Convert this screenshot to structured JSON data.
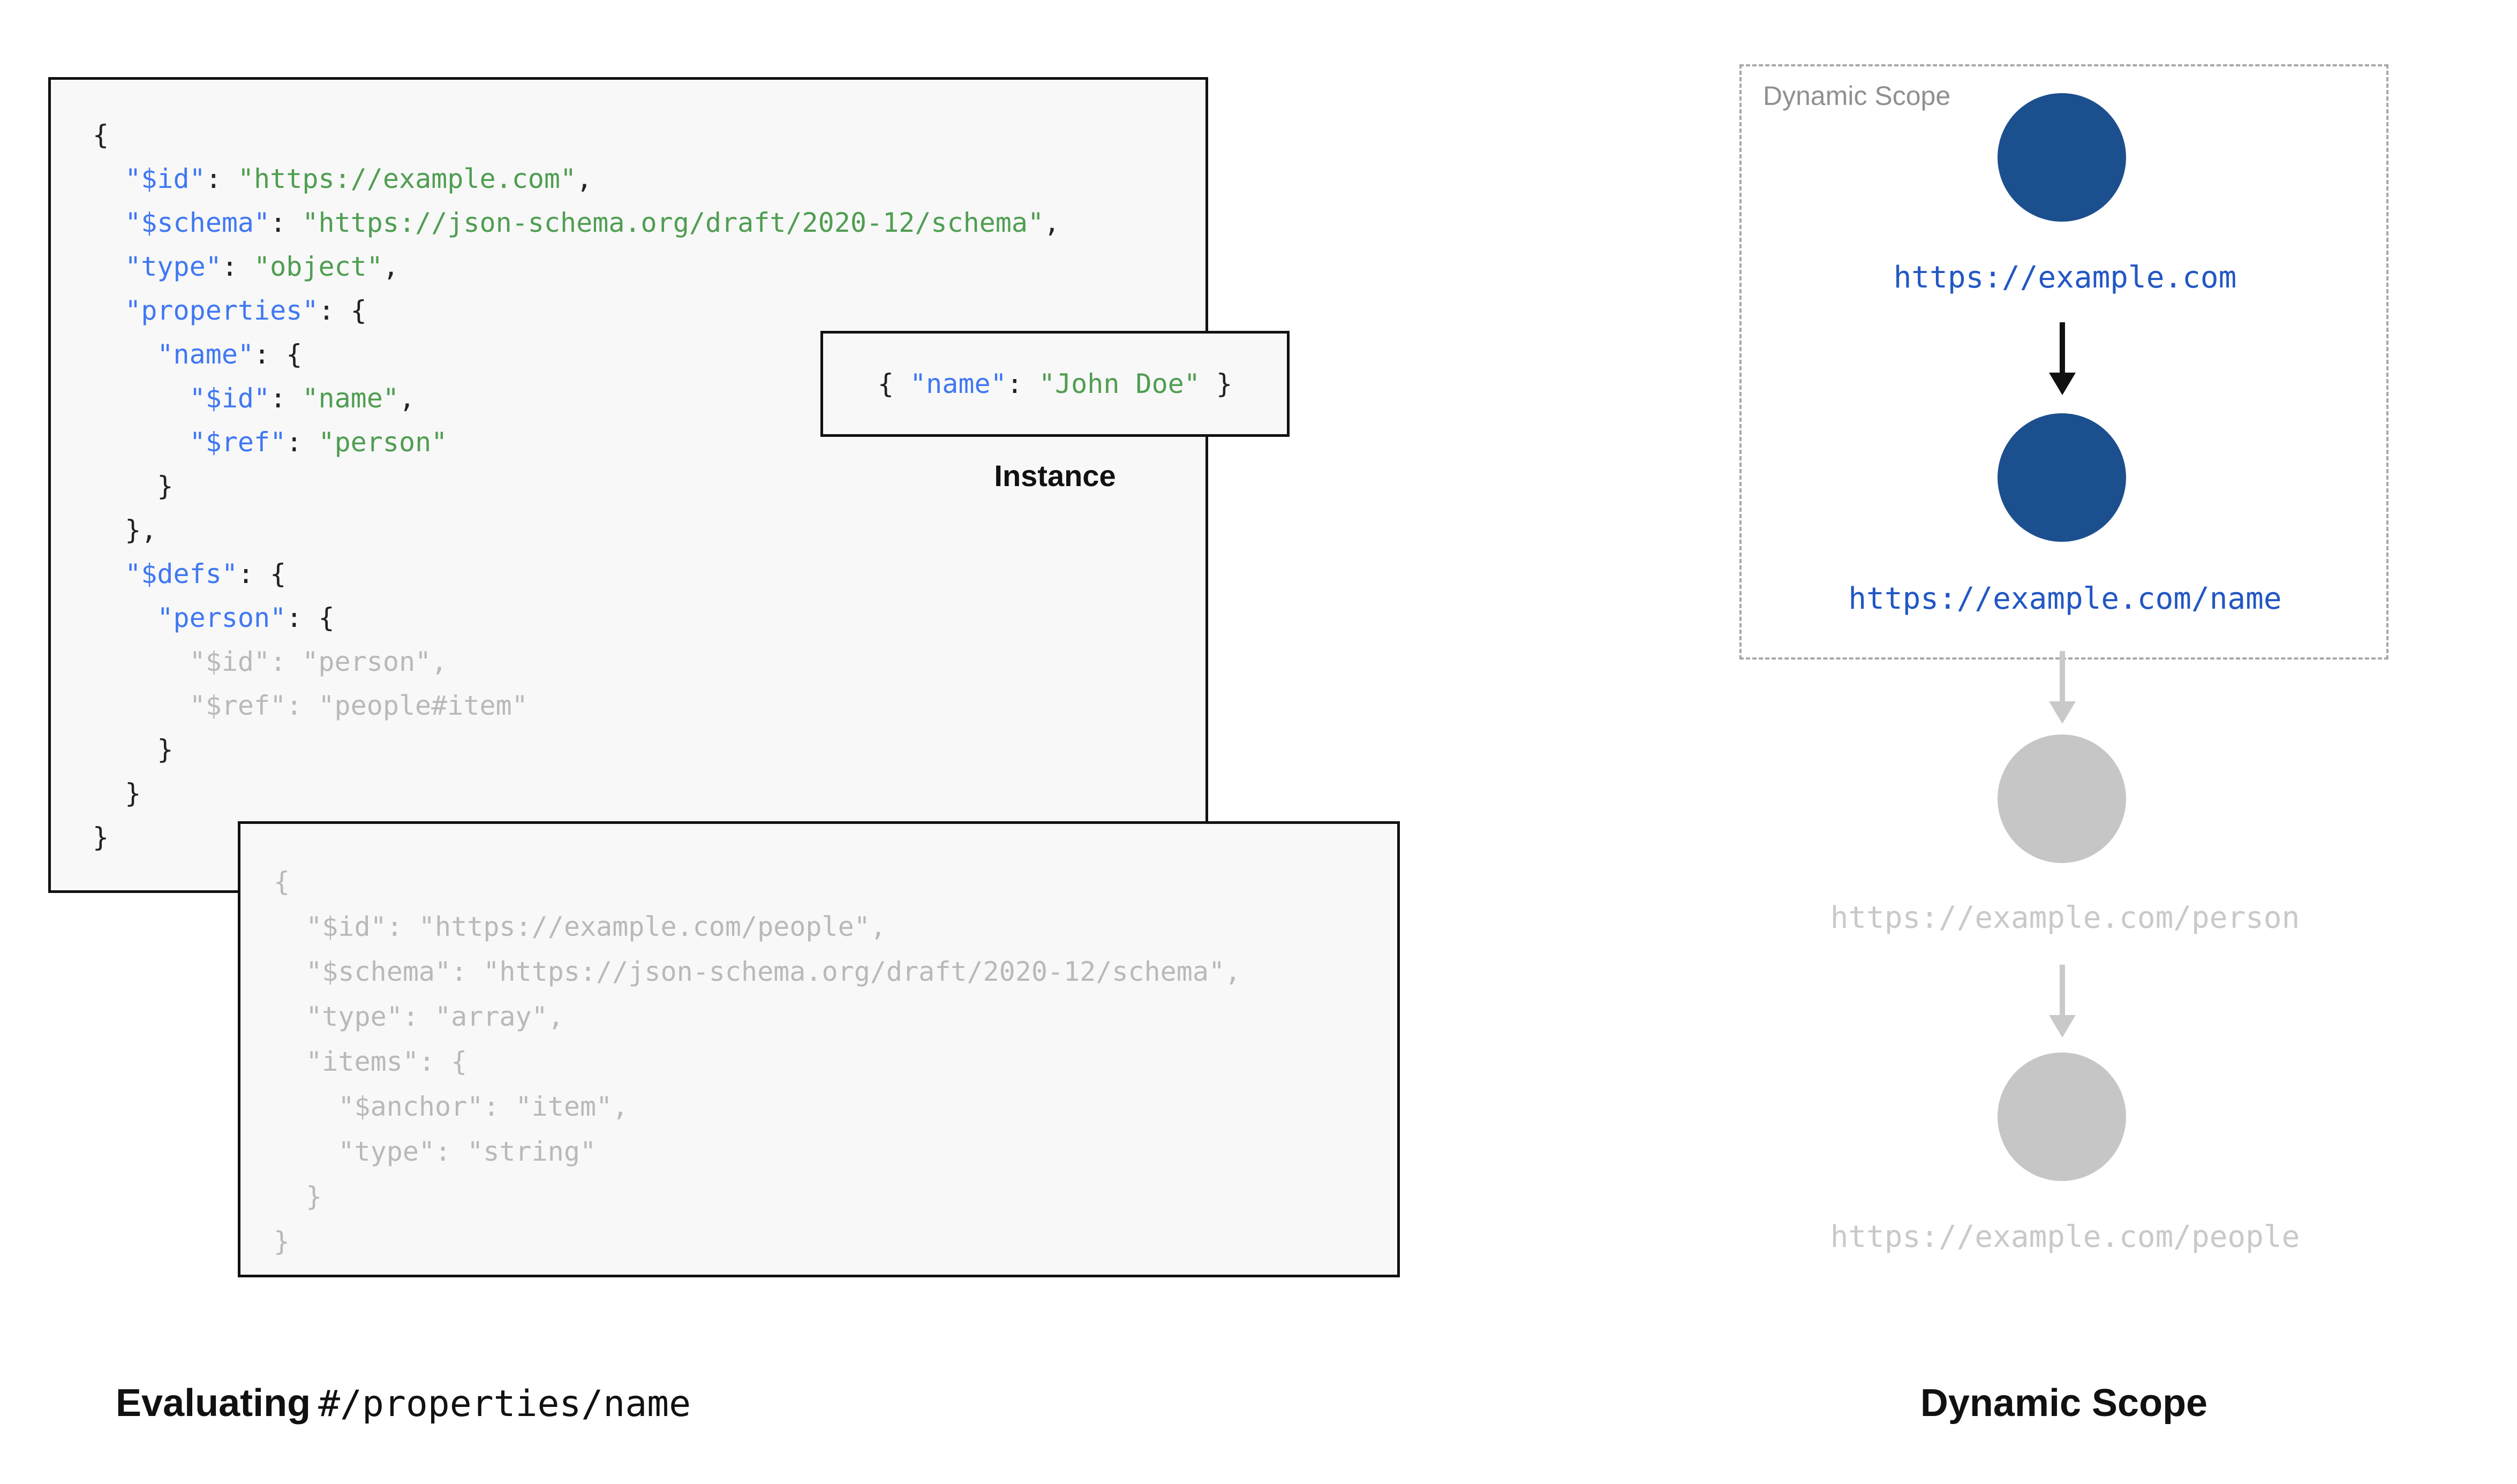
{
  "colors": {
    "key_blue": "#4078f2",
    "string_green": "#4f9e51",
    "punct_black": "#222222",
    "faded_gray": "#b9b9b9",
    "node_blue": "#1c4f8e",
    "url_blue": "#2257c4",
    "inactive_gray": "#c6c6c6",
    "inactive_text": "#c9c9c9",
    "box_bg": "#f8f8f8",
    "dashed_border": "#a8a8a8",
    "panel_label_gray": "#909090"
  },
  "code_blocks": {
    "main_schema": {
      "lines": [
        [
          [
            "p",
            "{"
          ]
        ],
        [
          [
            "p",
            "  "
          ],
          [
            "k",
            "\"$id\""
          ],
          [
            "p",
            ": "
          ],
          [
            "s",
            "\"https://example.com\""
          ],
          [
            "p",
            ","
          ]
        ],
        [
          [
            "p",
            "  "
          ],
          [
            "k",
            "\"$schema\""
          ],
          [
            "p",
            ": "
          ],
          [
            "s",
            "\"https://json-schema.org/draft/2020-12/schema\""
          ],
          [
            "p",
            ","
          ]
        ],
        [
          [
            "p",
            "  "
          ],
          [
            "k",
            "\"type\""
          ],
          [
            "p",
            ": "
          ],
          [
            "s",
            "\"object\""
          ],
          [
            "p",
            ","
          ]
        ],
        [
          [
            "p",
            "  "
          ],
          [
            "k",
            "\"properties\""
          ],
          [
            "p",
            ": {"
          ]
        ],
        [
          [
            "p",
            "    "
          ],
          [
            "k",
            "\"name\""
          ],
          [
            "p",
            ": {"
          ]
        ],
        [
          [
            "p",
            "      "
          ],
          [
            "k",
            "\"$id\""
          ],
          [
            "p",
            ": "
          ],
          [
            "s",
            "\"name\""
          ],
          [
            "p",
            ","
          ]
        ],
        [
          [
            "p",
            "      "
          ],
          [
            "k",
            "\"$ref\""
          ],
          [
            "p",
            ": "
          ],
          [
            "s",
            "\"person\""
          ]
        ],
        [
          [
            "p",
            "    }"
          ]
        ],
        [
          [
            "p",
            "  },"
          ]
        ],
        [
          [
            "p",
            "  "
          ],
          [
            "k",
            "\"$defs\""
          ],
          [
            "p",
            ": {"
          ]
        ],
        [
          [
            "p",
            "    "
          ],
          [
            "k",
            "\"person\""
          ],
          [
            "p",
            ": {"
          ]
        ],
        [
          [
            "g",
            "      \"$id\": \"person\","
          ]
        ],
        [
          [
            "g",
            "      \"$ref\": \"people#item\""
          ]
        ],
        [
          [
            "p",
            "    }"
          ]
        ],
        [
          [
            "p",
            "  }"
          ]
        ],
        [
          [
            "p",
            "}"
          ]
        ]
      ]
    },
    "people_schema": {
      "lines": [
        [
          [
            "g",
            "{"
          ]
        ],
        [
          [
            "g",
            "  \"$id\": \"https://example.com/people\","
          ]
        ],
        [
          [
            "g",
            "  \"$schema\": \"https://json-schema.org/draft/2020-12/schema\","
          ]
        ],
        [
          [
            "g",
            "  \"type\": \"array\","
          ]
        ],
        [
          [
            "g",
            "  \"items\": {"
          ]
        ],
        [
          [
            "g",
            "    \"$anchor\": \"item\","
          ]
        ],
        [
          [
            "g",
            "    \"type\": \"string\""
          ]
        ],
        [
          [
            "g",
            "  }"
          ]
        ],
        [
          [
            "g",
            "}"
          ]
        ]
      ]
    },
    "instance": {
      "lines": [
        [
          [
            "p",
            "{ "
          ],
          [
            "k",
            "\"name\""
          ],
          [
            "p",
            ": "
          ],
          [
            "s",
            "\"John Doe\""
          ],
          [
            "p",
            " }"
          ]
        ]
      ]
    }
  },
  "instance": {
    "label": "Instance"
  },
  "caption_left": {
    "bold": "Evaluating",
    "mono": "#/properties/name"
  },
  "scope": {
    "panel_label": "Dynamic Scope",
    "caption": "Dynamic Scope",
    "nodes": [
      {
        "url": "https://example.com",
        "state": "active"
      },
      {
        "url": "https://example.com/name",
        "state": "active"
      },
      {
        "url": "https://example.com/person",
        "state": "inactive"
      },
      {
        "url": "https://example.com/people",
        "state": "inactive"
      }
    ]
  }
}
